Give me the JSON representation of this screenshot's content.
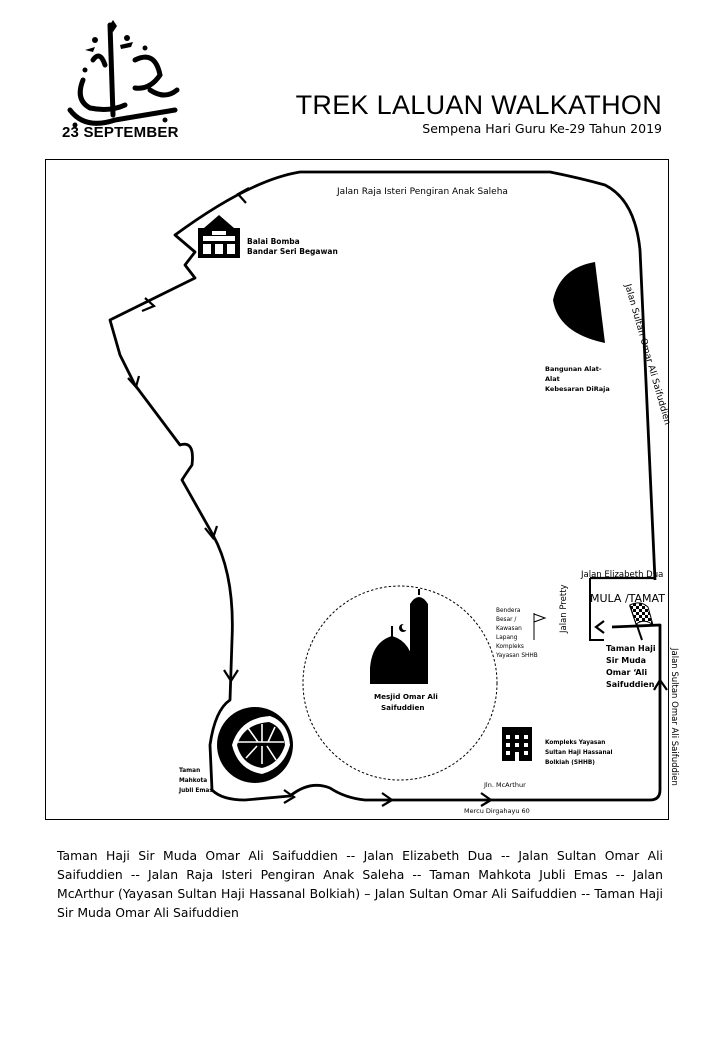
{
  "header": {
    "logo_text": "23 SEPTEMBER",
    "title": "TREK LALUAN WALKATHON",
    "subtitle": "Sempena Hari Guru Ke-29 Tahun 2019"
  },
  "map": {
    "roads": {
      "raja_isteri": "Jalan Raja Isteri Pengiran Anak Saleha",
      "sultan_omar_1": "Jalan Sultan Omar Ali Saifuddien",
      "sultan_omar_2": "Jalan Sultan Omar Ali Saifuddien",
      "elizabeth": "Jalan Elizabeth  Dua",
      "pretty": "Jalan Pretty",
      "mcarthur": "Jln. McArthur",
      "dirgahayu": "Mercu Dirgahayu 60"
    },
    "places": {
      "bomba_1": "Balai Bomba",
      "bomba_2": "Bandar Seri Begawan",
      "regalia_1": "Bangunan Alat-",
      "regalia_2": "Alat",
      "regalia_3": "Kebesaran DiRaja",
      "mula_tamat": "MULA /TAMAT",
      "taman_haji_1": "Taman Haji",
      "taman_haji_2": "Sir Muda",
      "taman_haji_3": "Omar ‘Ali",
      "taman_haji_4": "Saifuddien",
      "bendera_1": "Bendera",
      "bendera_2": "Besar /",
      "bendera_3": "Kawasan",
      "bendera_4": "Lapang",
      "bendera_5": "Kompleks",
      "bendera_6": "Yayasan SHHB",
      "masjid_1": "Mesjid Omar  Ali",
      "masjid_2": "Saifuddien",
      "kompleks_1": "Kompleks Yayasan",
      "kompleks_2": "Sultan Haji Hassanal",
      "kompleks_3": "Bolkiah (SHHB)",
      "mahkota_1": "Taman",
      "mahkota_2": "Mahkota",
      "mahkota_3": "Jubli Emas"
    }
  },
  "route_description": "Taman Haji Sir Muda Omar Ali Saifuddien -- Jalan Elizabeth Dua -- Jalan Sultan Omar Ali Saifuddien -- Jalan Raja Isteri Pengiran Anak Saleha -- Taman Mahkota Jubli Emas -- Jalan McArthur (Yayasan Sultan Haji Hassanal Bolkiah) – Jalan Sultan Omar Ali Saifuddien -- Taman Haji Sir Muda Omar Ali Saifuddien",
  "icons": {
    "logo": "calligraphy-logo",
    "fire_station": "fire-station-icon",
    "regalia": "half-dome-icon",
    "mosque": "mosque-icon",
    "flag": "flag-icon",
    "finish": "checkered-flag-icon",
    "building": "office-building-icon",
    "park": "monstera-leaf-icon"
  }
}
